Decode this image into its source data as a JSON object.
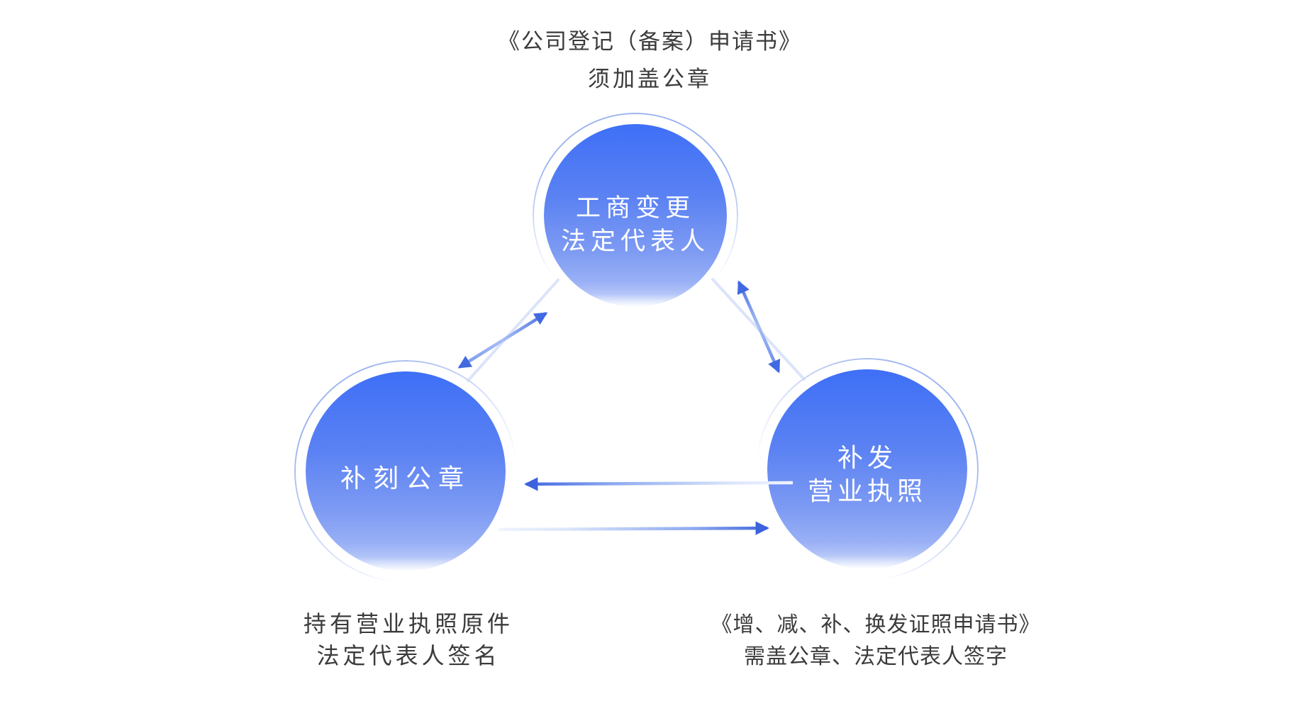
{
  "header": {
    "lines": [
      "《公司登记（备案）申请书》",
      "须加盖公章"
    ]
  },
  "nodes": {
    "top": {
      "lines": [
        "工商变更",
        "法定代表人"
      ]
    },
    "left": {
      "lines": [
        "补刻公章"
      ]
    },
    "right": {
      "lines": [
        "补发",
        "营业执照"
      ]
    }
  },
  "notes": {
    "left": {
      "lines": [
        "持有营业执照原件",
        "法定代表人签名"
      ]
    },
    "right": {
      "lines": [
        "《增、减、补、换发证照申请书》",
        "需盖公章、法定代表人签字"
      ]
    }
  },
  "connectors": [
    {
      "from": "top",
      "to": "left",
      "type": "double-headed"
    },
    {
      "from": "top",
      "to": "right",
      "type": "double-headed"
    },
    {
      "from": "right",
      "to": "left",
      "type": "single-headed"
    },
    {
      "from": "left",
      "to": "right",
      "type": "single-headed"
    }
  ],
  "colors": {
    "node_grad_top": "#3e6ff6",
    "node_grad_bottom": "#baccf9",
    "ring": "#9db4f0",
    "arrow_dark": "#4169e1",
    "arrow_light": "#a8bef5",
    "edge_faint": "#ccd9f7",
    "text_dark": "#3b3b3b",
    "text_white": "#ffffff"
  }
}
